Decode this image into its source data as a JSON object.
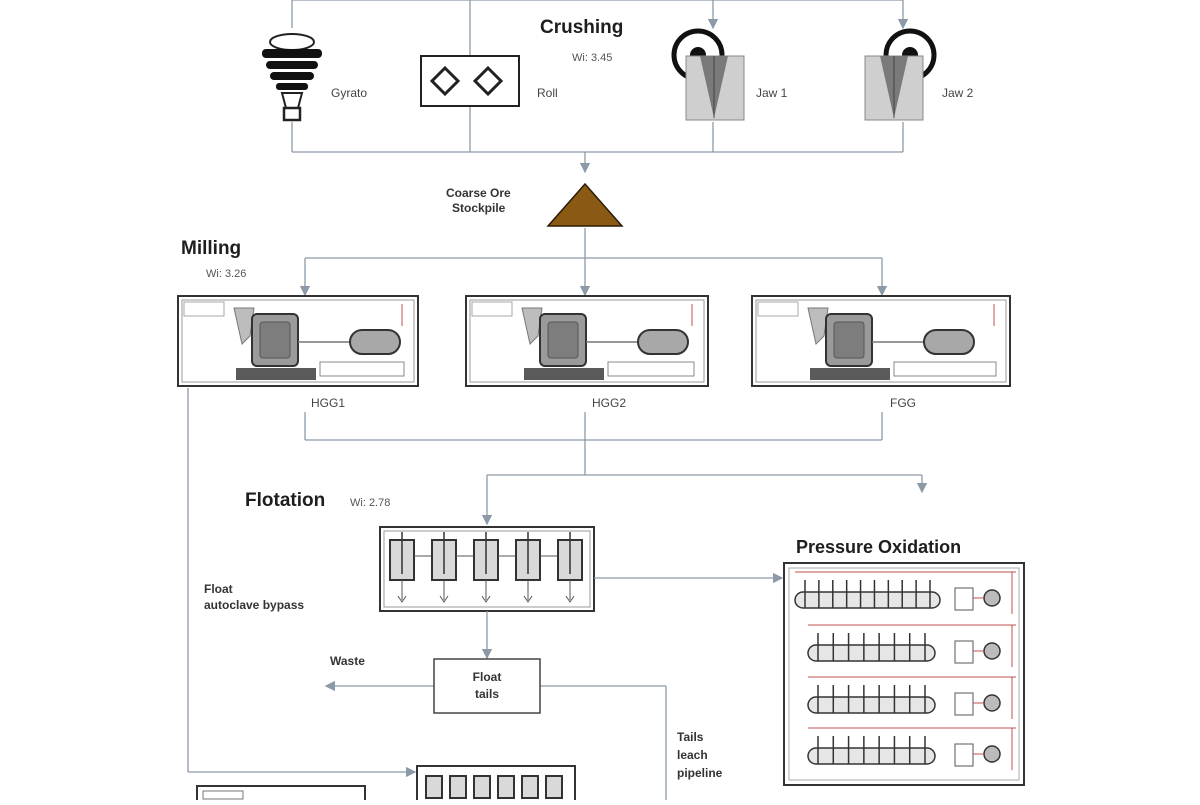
{
  "sections": {
    "crushing": {
      "title": "Crushing",
      "wi": "Wi: 3.45"
    },
    "milling": {
      "title": "Milling",
      "wi": "Wi: 3.26"
    },
    "flotation": {
      "title": "Flotation",
      "wi": "Wi: 2.78"
    },
    "pressure_oxidation": {
      "title": "Pressure Oxidation"
    }
  },
  "crushers": {
    "gyratory": "Gyrato",
    "roller": "Roll",
    "jaw1": "Jaw 1",
    "jaw2": "Jaw 2"
  },
  "stockpile": {
    "line1": "Coarse Ore",
    "line2": "Stockpile",
    "color": "#8a5a14"
  },
  "mills": [
    "HGG1",
    "HGG2",
    "FGG"
  ],
  "flotation_labels": {
    "bypass_line1": "Float",
    "bypass_line2": "autoclave bypass",
    "waste": "Waste",
    "float_tails_line1": "Float",
    "float_tails_line2": "tails",
    "pipeline_line1": "Tails",
    "pipeline_line2": "leach",
    "pipeline_line3": "pipeline"
  },
  "colors": {
    "line": "#8c9aa8",
    "stroke": "#333333",
    "accent": "#c0504d"
  }
}
